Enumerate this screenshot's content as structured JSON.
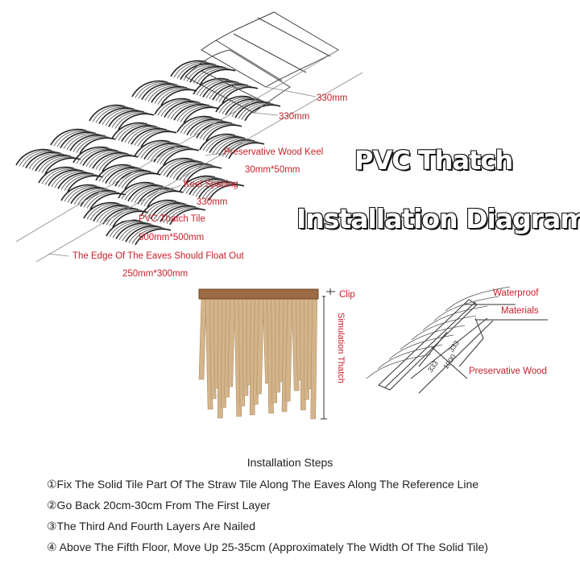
{
  "title": {
    "line1": "PVC Thatch",
    "line2": "Installation Diagram"
  },
  "roof_labels": {
    "dim_top_1": "330mm",
    "dim_top_2": "330mm",
    "keel_name": "Preservative Wood Keel",
    "keel_size": "30mm*50mm",
    "spacing_name": "Keel Spacing",
    "spacing_value": "330mm",
    "tile_name": "PVC Thatch Tile",
    "tile_size": "500mm*500mm",
    "eaves_name": "The Edge Of The Eaves Should Float Out",
    "eaves_size": "250mm*300mm"
  },
  "tile_labels": {
    "clip": "Clip",
    "thatch": "Simulation Thatch"
  },
  "section_labels": {
    "waterproof_1": "Waterproof",
    "waterproof_2": "Materials",
    "wood": "Preservative Wood",
    "dim_a": "333",
    "dim_b": "333",
    "dim_c": "1000"
  },
  "steps": {
    "heading": "Installation Steps",
    "items": [
      "①Fix The Solid Tile Part Of The Straw Tile Along The Eaves Along The Reference Line",
      "②Go Back 20cm-30cm From The First Layer",
      "③The Third And Fourth Layers Are Nailed",
      "④ Above The Fifth Floor, Move Up 25-35cm (Approximately The Width Of The Solid Tile)"
    ]
  },
  "colors": {
    "label_red": "#c8202a",
    "straw": "#d4b48a",
    "clip_wood": "#9a6b45"
  }
}
